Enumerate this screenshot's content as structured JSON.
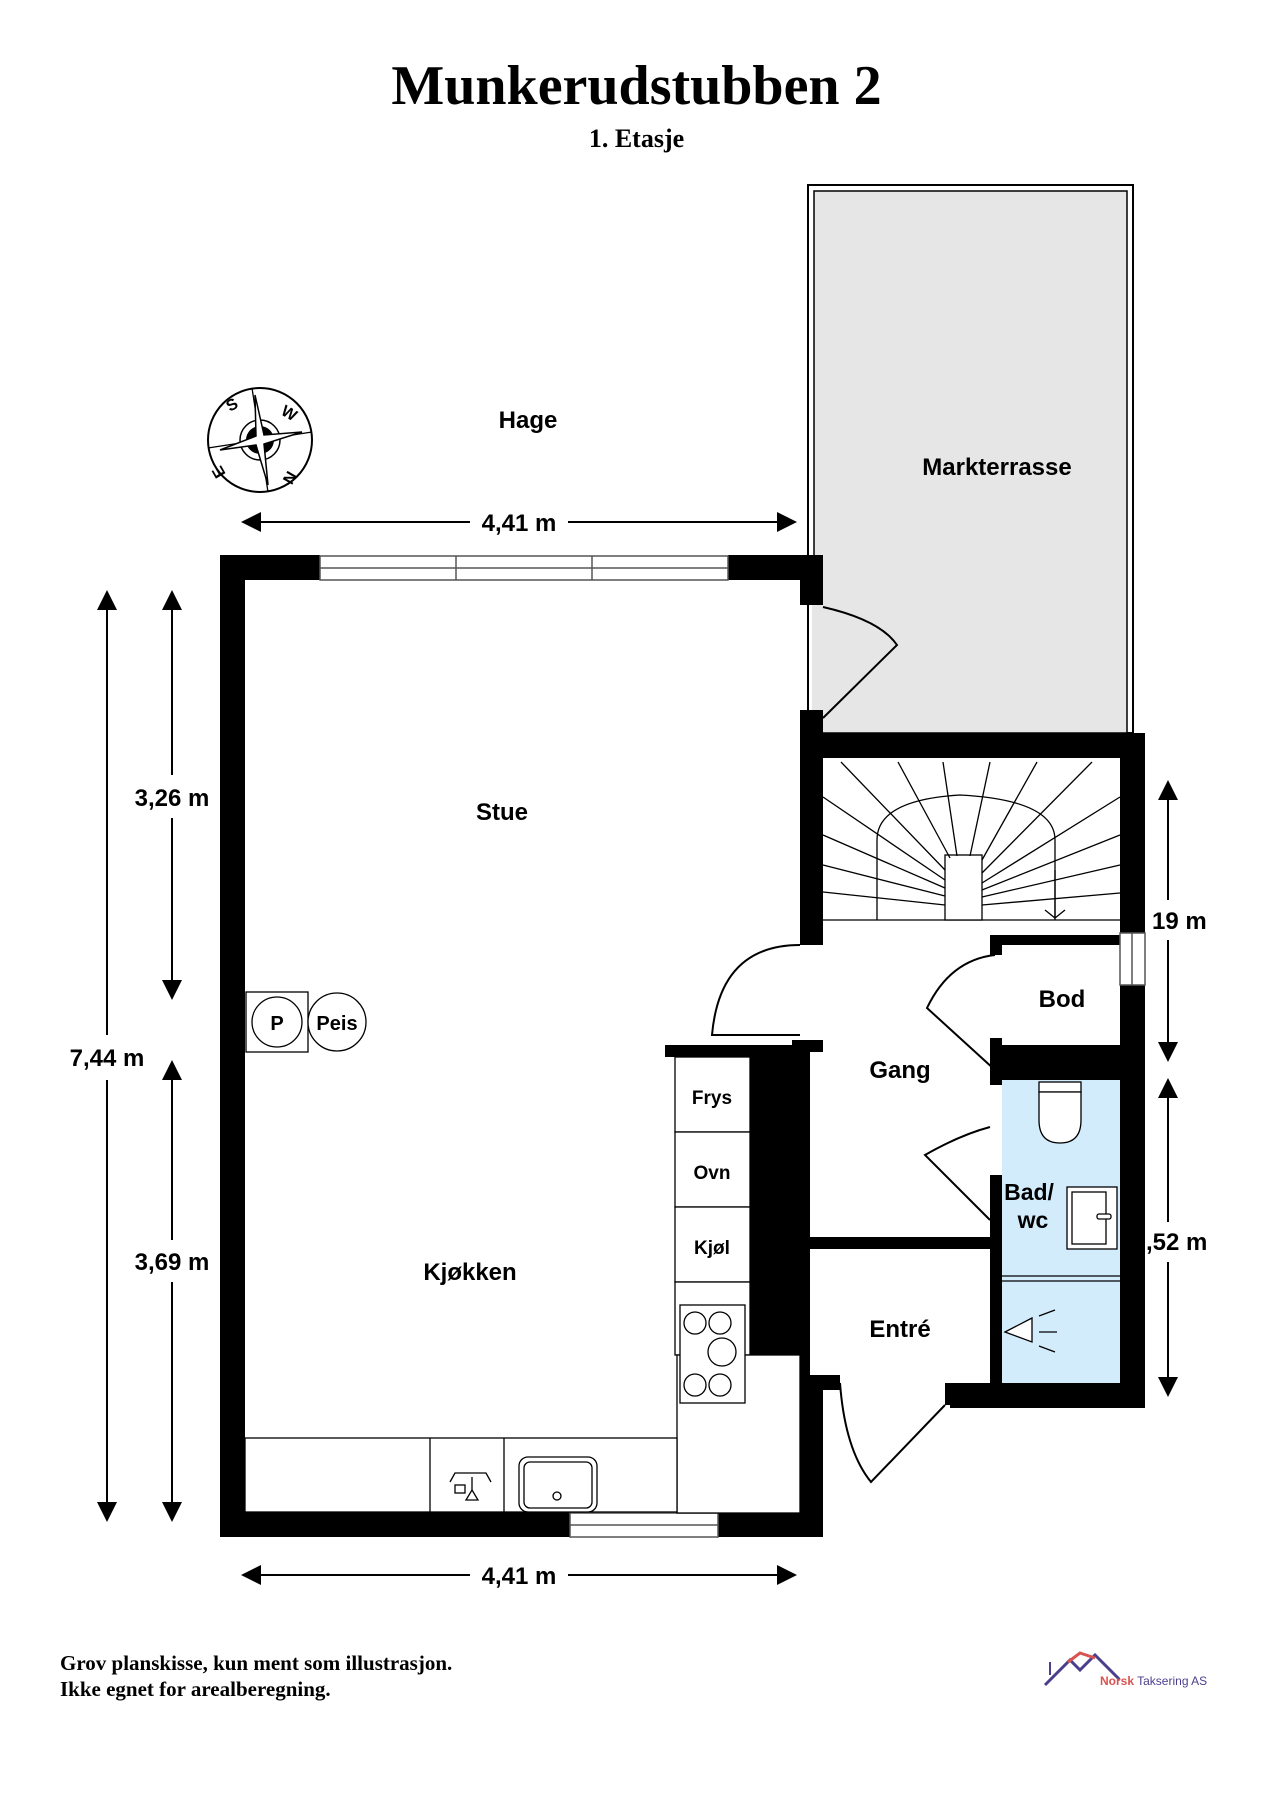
{
  "header": {
    "title": "Munkerudstubben 2",
    "subtitle": "1. Etasje"
  },
  "rooms": {
    "hage": "Hage",
    "markterrasse": "Markterrasse",
    "stue": "Stue",
    "kjokken": "Kjøkken",
    "gang": "Gang",
    "bod": "Bod",
    "bad": "Bad/",
    "bad_line2": "wc",
    "entre": "Entré"
  },
  "fixtures": {
    "peis_p": "P",
    "peis": "Peis",
    "frys": "Frys",
    "ovn": "Ovn",
    "kjol": "Kjøl"
  },
  "dimensions": {
    "top_width": "4,41 m",
    "bottom_width": "4,41 m",
    "left_total": "7,44 m",
    "left_upper": "3,26 m",
    "left_lower": "3,69 m",
    "right_upper": "19 m",
    "right_lower": ",52 m"
  },
  "compass": {
    "labels": [
      "S",
      "W",
      "N",
      "E"
    ]
  },
  "footer": {
    "disclaimer_line1": "Grov planskisse, kun ment som illustrasjon.",
    "disclaimer_line2": "Ikke egnet for arealberegning.",
    "logo_brand": "Norsk",
    "logo_rest": " Taksering AS"
  },
  "colors": {
    "wall": "#000000",
    "terrace": "#e6e6e6",
    "bathroom": "#d3ecfc",
    "logo_red": "#d9534f",
    "logo_purple": "#4a3f8c"
  }
}
